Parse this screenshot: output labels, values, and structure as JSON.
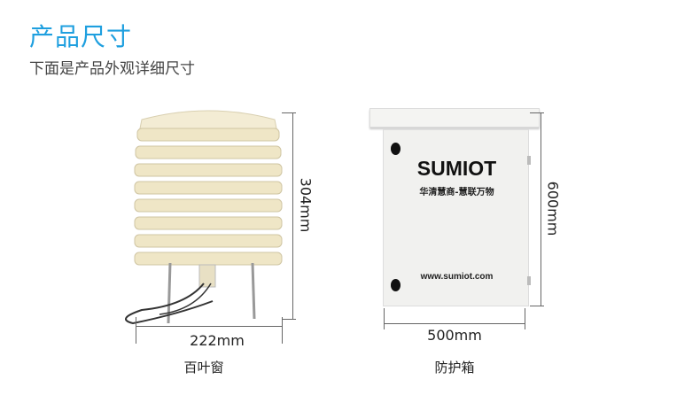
{
  "header": {
    "title": "产品尺寸",
    "subtitle": "下面是产品外观详细尺寸"
  },
  "products": [
    {
      "name": "百叶窗",
      "width": "222mm",
      "height": "304mm"
    },
    {
      "name": "防护箱",
      "width": "500mm",
      "height": "600mm",
      "brand": "SUMIOT",
      "slogan": "华清慧商-慧联万物",
      "url": "www.sumiot.com"
    }
  ],
  "colors": {
    "accent": "#1e9fdf",
    "shield": "#efe6c8",
    "box": "#f1f1ef"
  }
}
